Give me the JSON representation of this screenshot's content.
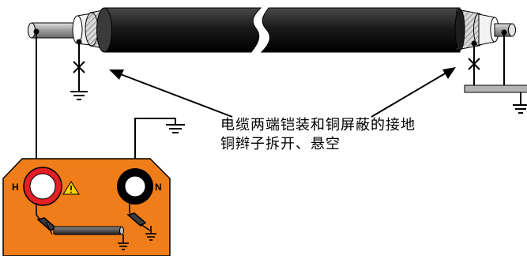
{
  "caption": {
    "line1": "电缆两端铠装和铜屏蔽的接地",
    "line2": "铜辫子拆开、悬空"
  },
  "instrument": {
    "terminal_h": "H",
    "terminal_n": "N"
  },
  "colors": {
    "cable_jacket": "#231f20",
    "shield_gray": "#9a9a9a",
    "instrument_orange": "#ef7d1a",
    "terminal_red": "#e31e24",
    "warning_yellow": "#ffd200"
  }
}
